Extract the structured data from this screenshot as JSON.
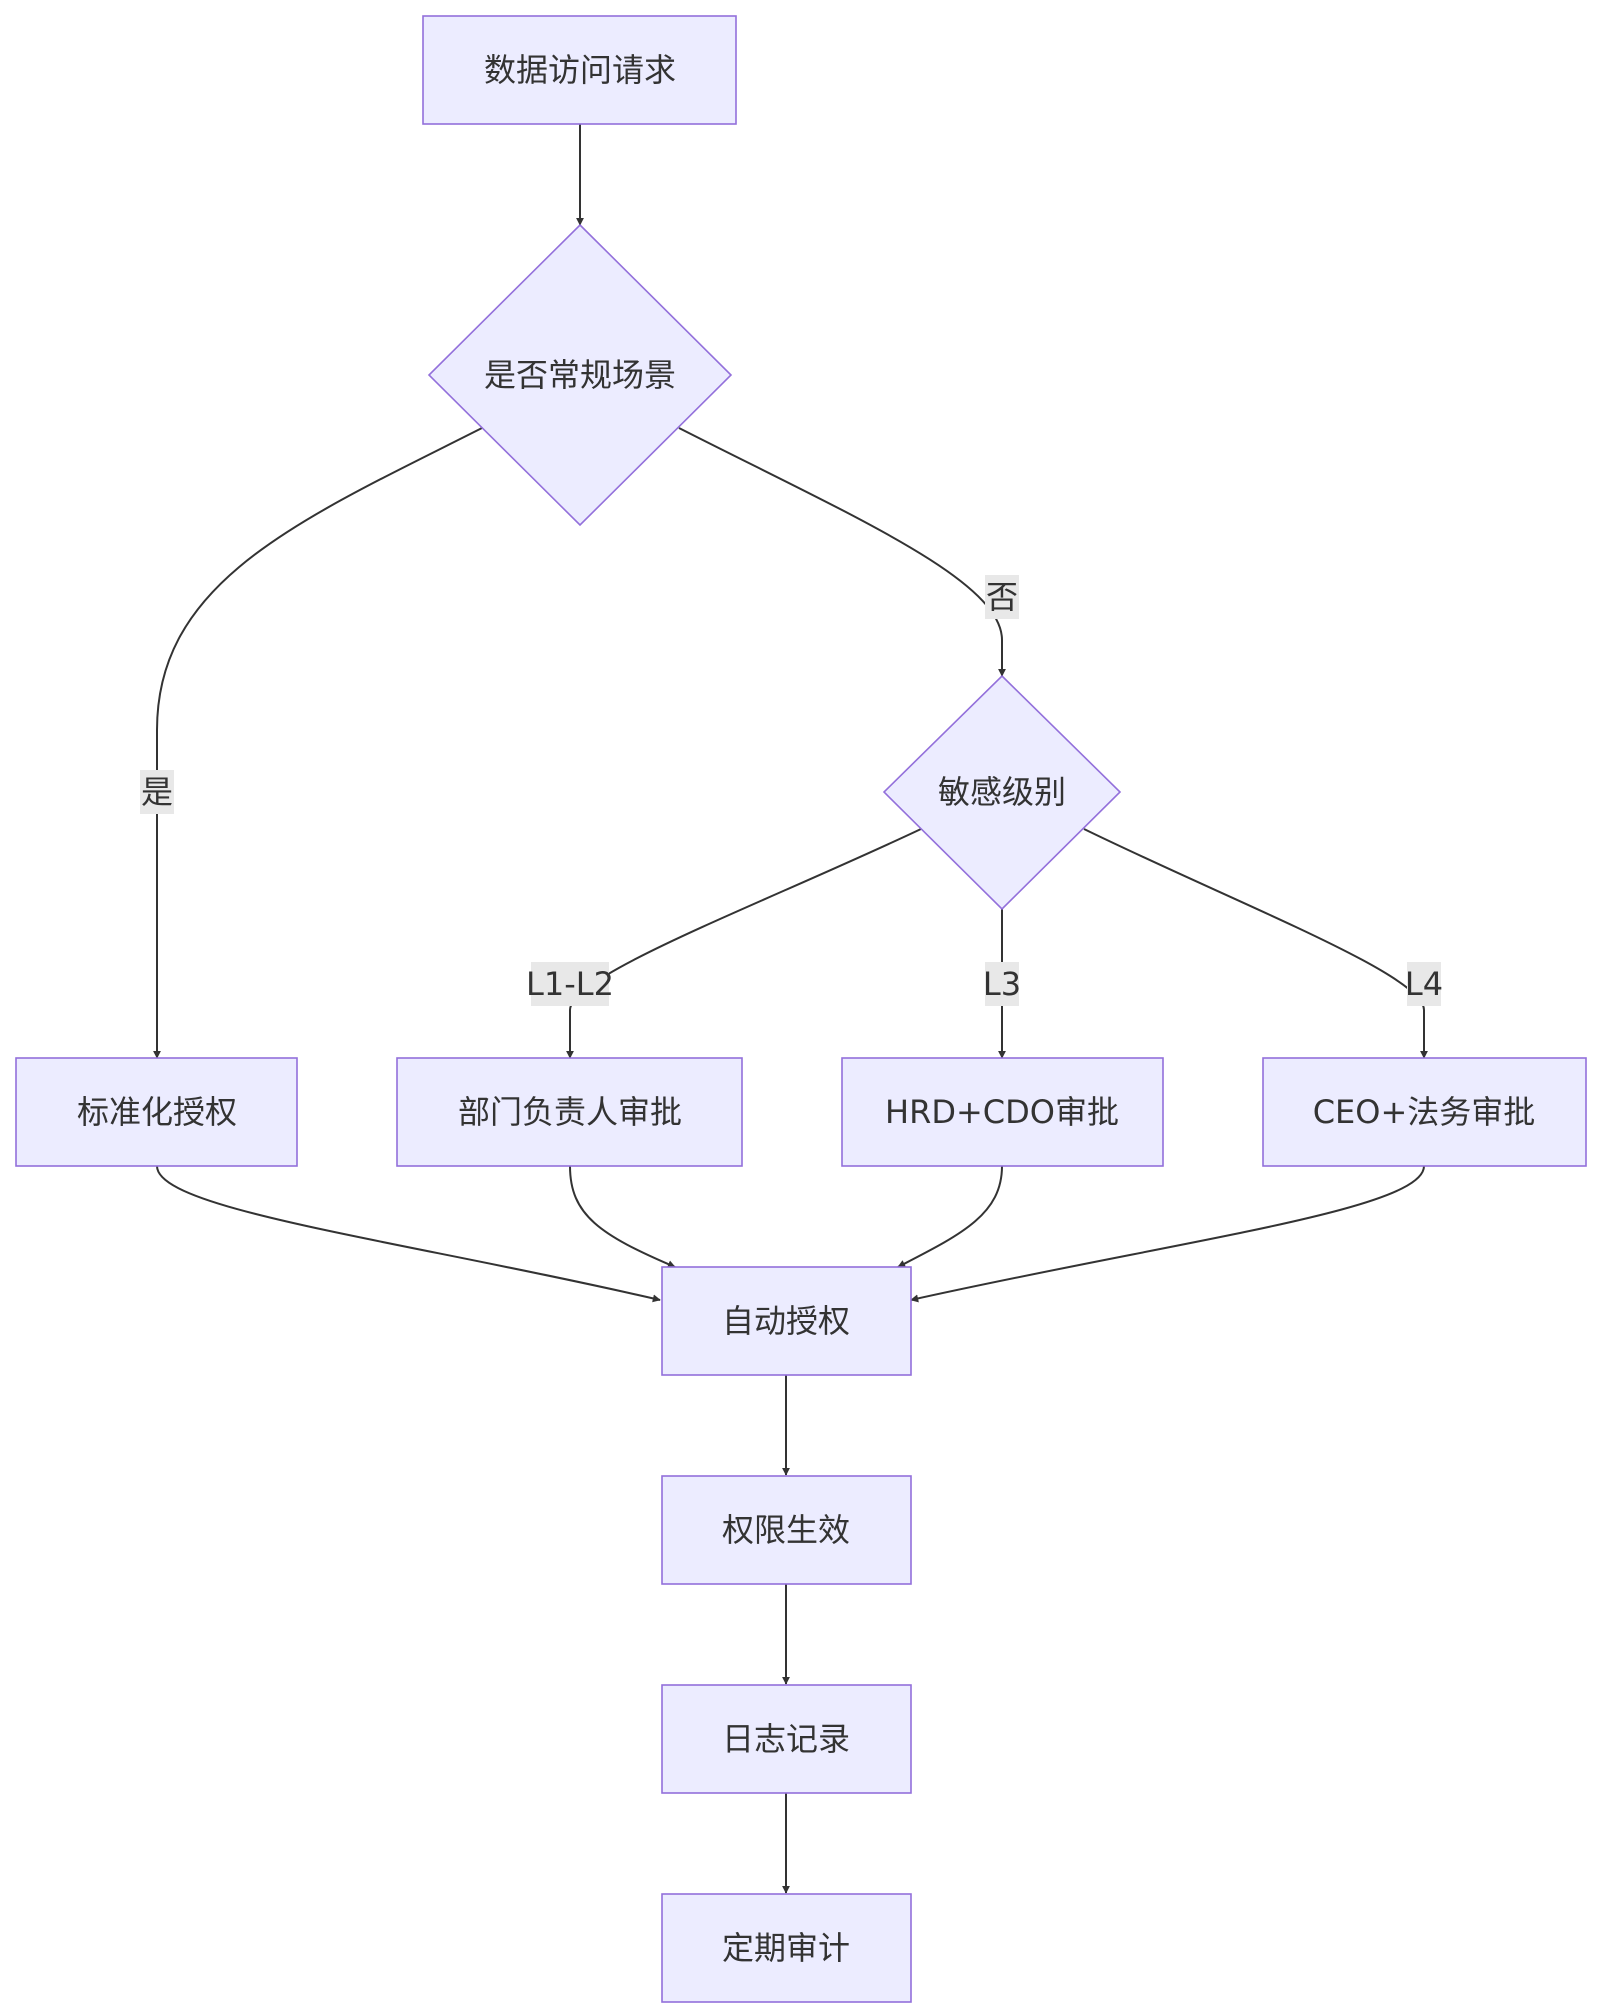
{
  "diagram": {
    "nodes": {
      "request": "数据访问请求",
      "routine_check": "是否常规场景",
      "sensitivity": "敏感级别",
      "standard_auth": "标准化授权",
      "dept_approval": "部门负责人审批",
      "hrd_cdo_approval": "HRD+CDO审批",
      "ceo_legal_approval": "CEO+法务审批",
      "auto_auth": "自动授权",
      "permission_effective": "权限生效",
      "log_record": "日志记录",
      "periodic_audit": "定期审计"
    },
    "edge_labels": {
      "yes": "是",
      "no": "否",
      "l1_l2": "L1-L2",
      "l3": "L3",
      "l4": "L4"
    },
    "colors": {
      "node_fill": "#ECECFF",
      "node_stroke": "#9370DB",
      "edge": "#333333",
      "label_bg": "#e8e8e8",
      "text": "#333333"
    }
  }
}
